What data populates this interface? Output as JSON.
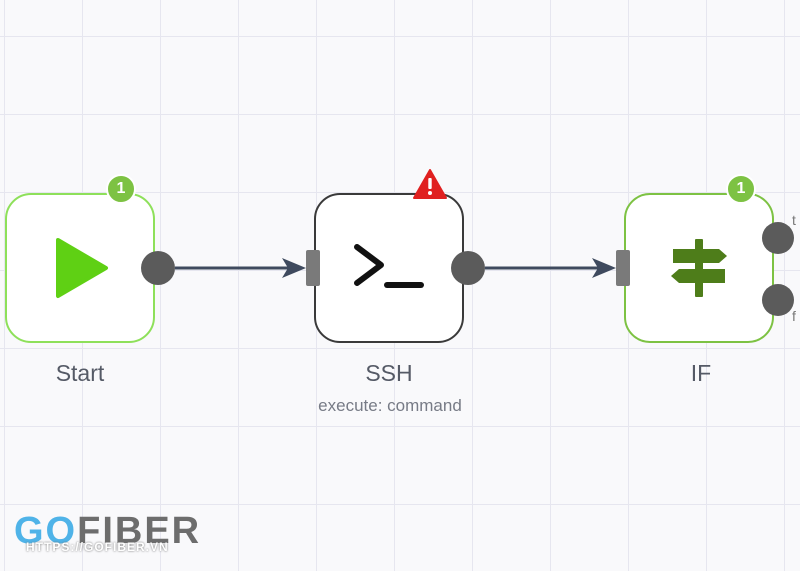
{
  "nodes": {
    "start": {
      "label": "Start",
      "badge": "1"
    },
    "ssh": {
      "label": "SSH",
      "subtitle": "execute: command"
    },
    "if": {
      "label": "IF",
      "badge": "1",
      "output_true_label": "t",
      "output_false_label": "f"
    }
  },
  "watermark": {
    "brand_go": "GO",
    "brand_fiber": "FIBER",
    "url": "HTTPS://GOFIBER.VN"
  },
  "colors": {
    "start_border": "#8ee05a",
    "if_border": "#7dc243",
    "badge": "#7dc243",
    "warning": "#e02020",
    "connection": "#3f4a5e"
  },
  "icons": {
    "start": "play-icon",
    "ssh": "terminal-icon",
    "if": "signpost-icon",
    "ssh_warning": "warning-icon"
  }
}
